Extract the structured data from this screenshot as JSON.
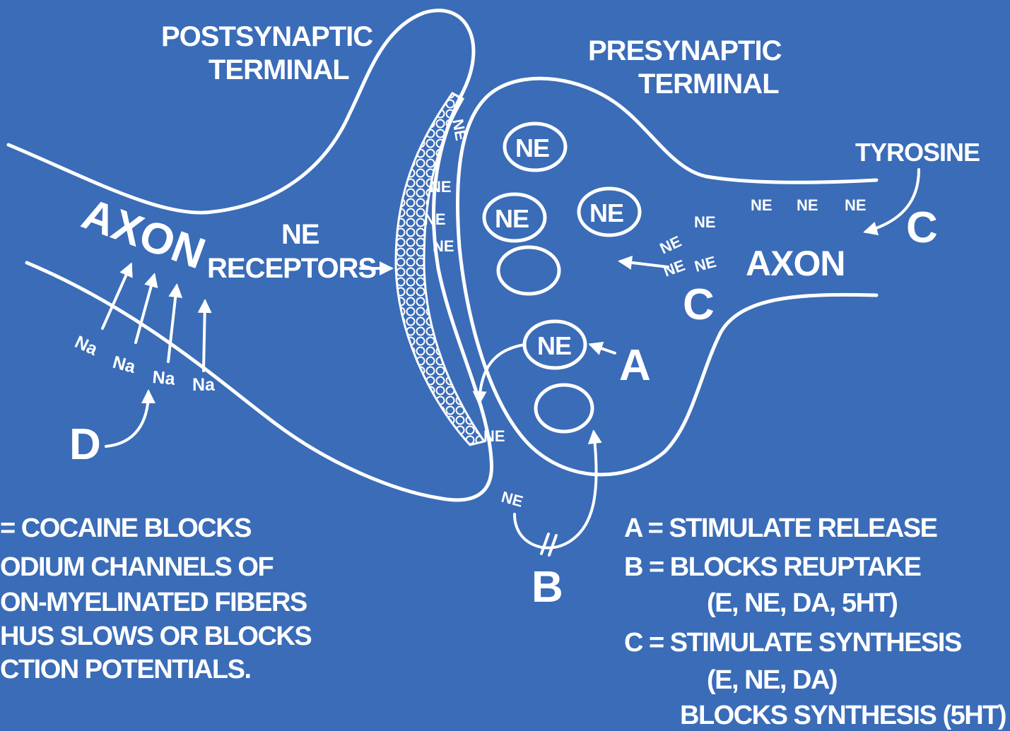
{
  "labels": {
    "postsynaptic_1": "POSTSYNAPTIC",
    "postsynaptic_2": "TERMINAL",
    "presynaptic_1": "PRESYNAPTIC",
    "presynaptic_2": "TERMINAL",
    "tyrosine": "TYROSINE",
    "axon_left": "AXON",
    "axon_right": "AXON",
    "ne_receptors_1": "NE",
    "ne_receptors_2": "RECEPTORS",
    "ne": "NE",
    "na": "Na",
    "letter_a": "A",
    "letter_b": "B",
    "letter_c": "C",
    "letter_d": "D"
  },
  "legend_left": [
    "= COCAINE BLOCKS",
    "ODIUM CHANNELS OF",
    "ON-MYELINATED FIBERS",
    "HUS SLOWS OR BLOCKS",
    "CTION POTENTIALS."
  ],
  "legend_right": [
    "A = STIMULATE RELEASE",
    "B = BLOCKS REUPTAKE",
    "(E, NE, DA, 5HT)",
    "C = STIMULATE SYNTHESIS",
    "(E, NE, DA)",
    "BLOCKS SYNTHESIS (5HT)"
  ],
  "colors": {
    "background": "#3a6cb8",
    "ink": "#ffffff"
  }
}
